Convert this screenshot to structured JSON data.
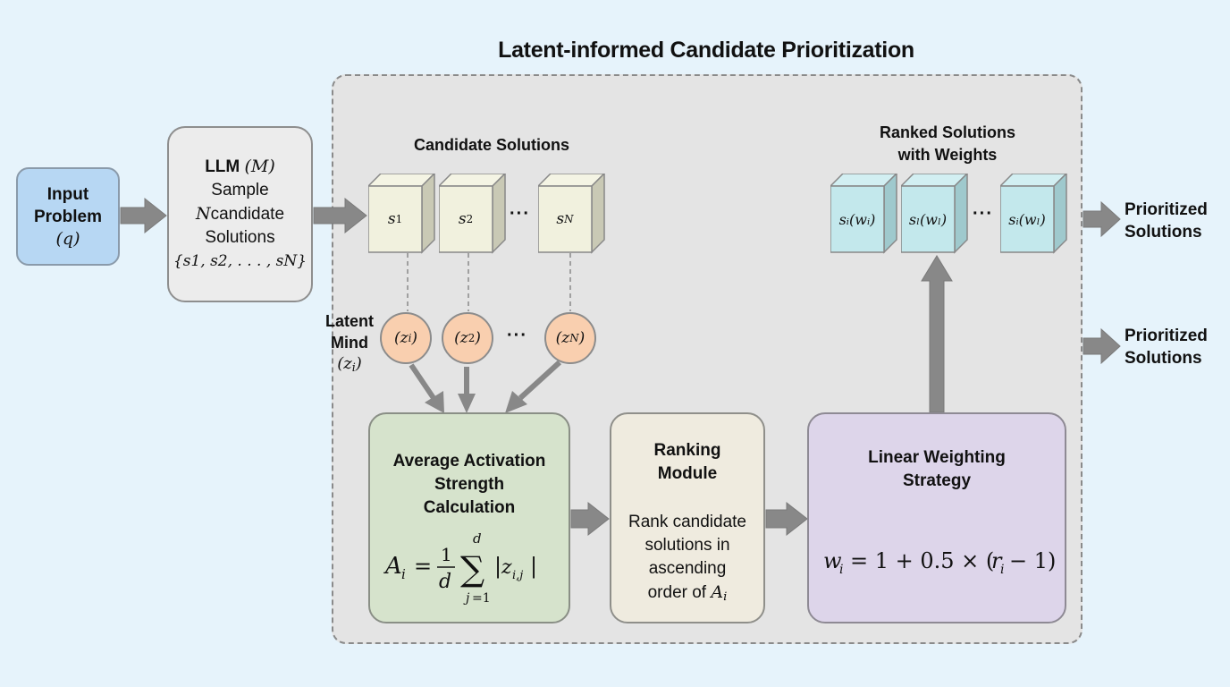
{
  "title": "Latent-informed Candidate Prioritization",
  "input": {
    "line1": "Input",
    "line2": "Problem",
    "var": "(q)"
  },
  "llm": {
    "title": "LLM",
    "title_var": "(M)",
    "line1": "Sample",
    "n_var": "N",
    "line2": "candidate",
    "line3": "Solutions",
    "set": "{s1, s2, . . . , sN}"
  },
  "candidates": {
    "label": "Candidate Solutions",
    "items": [
      {
        "base": "s",
        "sub": "1"
      },
      {
        "base": "s",
        "sub": "2"
      },
      {
        "base": "s",
        "sub": "N"
      }
    ],
    "ellipsis": "···"
  },
  "latent": {
    "label_line1": "Latent",
    "label_line2": "Mind",
    "label_var": "(z",
    "label_var_sub": "i",
    "nodes": [
      {
        "base": "(z",
        "sub": "i"
      },
      {
        "base": "(z",
        "sub": "2"
      },
      {
        "base": "(z",
        "sub": "N"
      }
    ],
    "ellipsis": "···"
  },
  "average": {
    "title_line1": "Average Activation",
    "title_line2": "Strength",
    "title_line3": "Calculation",
    "formula": "A_i = (1/d) Σ_{j=1}^{d} |z_{i,j}|"
  },
  "ranking": {
    "title_line1": "Ranking",
    "title_line2": "Module",
    "desc_line1": "Rank candidate",
    "desc_line2": "solutions in",
    "desc_line3": "ascending",
    "desc_line4": "order of",
    "desc_var": "A",
    "desc_var_sub": "i"
  },
  "linear": {
    "title_line1": "Linear Weighting",
    "title_line2": "Strategy",
    "formula": "w_i = 1 + 0.5 × (r_i − 1)"
  },
  "ranked": {
    "label_line1": "Ranked Solutions",
    "label_line2": "with Weights",
    "items": [
      {
        "text": "sᵢ(wᵢ)"
      },
      {
        "text": "sₗ(wₗ)"
      },
      {
        "text": "sᵢ(wₗ)"
      }
    ],
    "ellipsis": "···"
  },
  "outputs": [
    {
      "line1": "Prioritized",
      "line2": "Solutions"
    },
    {
      "line1": "Prioritized",
      "line2": "Solutions"
    }
  ],
  "colors": {
    "background": "#e6f3fb",
    "container": "#e4e4e4",
    "input": "#b7d7f3",
    "llm": "#ececec",
    "candidate_cube": "#f1f1de",
    "latent_node": "#f9cfaf",
    "average": "#d6e3cc",
    "ranking": "#efebdf",
    "linear": "#ddd5ea",
    "ranked_cube": "#c3e8ec",
    "arrow": "#888888"
  }
}
